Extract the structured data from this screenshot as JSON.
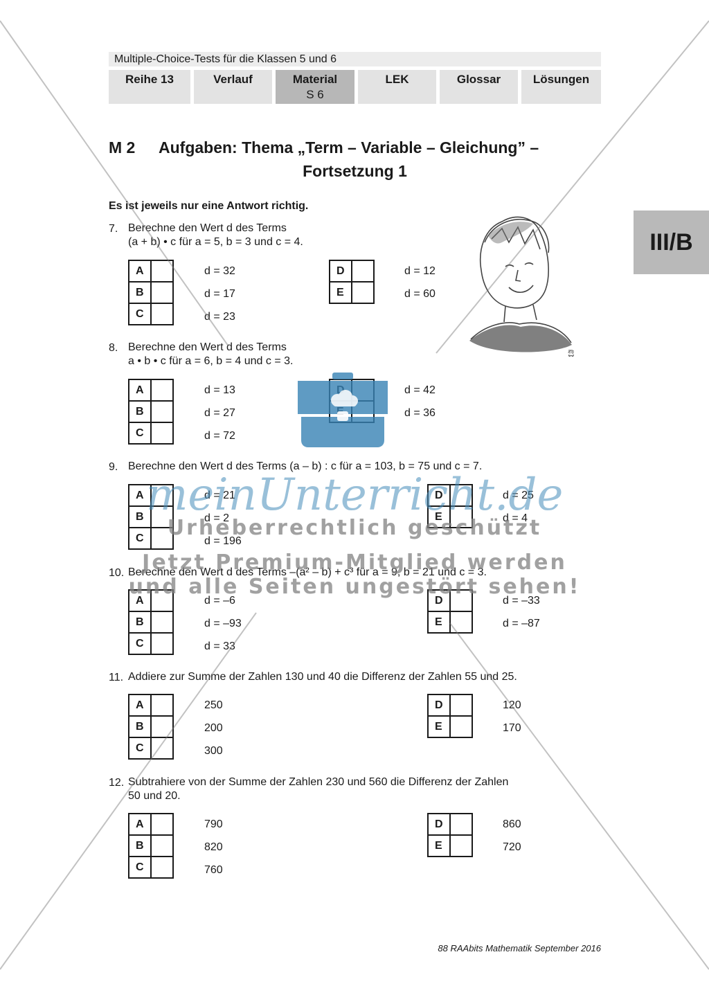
{
  "header": {
    "topline": "Multiple-Choice-Tests für die Klassen 5 und 6",
    "tabs": [
      {
        "label": "Reihe 13",
        "sub": ""
      },
      {
        "label": "Verlauf",
        "sub": ""
      },
      {
        "label": "Material",
        "sub": "S 6"
      },
      {
        "label": "LEK",
        "sub": ""
      },
      {
        "label": "Glossar",
        "sub": ""
      },
      {
        "label": "Lösungen",
        "sub": ""
      }
    ],
    "side_tab": "III/B"
  },
  "title": {
    "code": "M 2",
    "line1": "Aufgaben: Thema „Term – Variable – Gleichung” –",
    "line2": "Fortsetzung 1"
  },
  "instruction": "Es ist jeweils nur eine Antwort richtig.",
  "questions": [
    {
      "num": "7.",
      "lines": [
        "Berechne den Wert d des Terms",
        "(a + b) • c für a = 5, b = 3 und c = 4."
      ],
      "options": [
        {
          "letter": "A",
          "value": "d = 32"
        },
        {
          "letter": "B",
          "value": "d = 17"
        },
        {
          "letter": "C",
          "value": "d = 23"
        },
        {
          "letter": "D",
          "value": "d = 12"
        },
        {
          "letter": "E",
          "value": "d = 60"
        }
      ]
    },
    {
      "num": "8.",
      "lines": [
        "Berechne den Wert d des Terms",
        "a • b • c für a = 6, b = 4 und c = 3."
      ],
      "options": [
        {
          "letter": "A",
          "value": "d = 13"
        },
        {
          "letter": "B",
          "value": "d = 27"
        },
        {
          "letter": "C",
          "value": "d = 72"
        },
        {
          "letter": "D",
          "value": "d = 42"
        },
        {
          "letter": "E",
          "value": "d = 36"
        }
      ]
    },
    {
      "num": "9.",
      "lines": [
        "Berechne den Wert d des Terms (a – b) : c für a = 103, b = 75 und c = 7."
      ],
      "options": [
        {
          "letter": "A",
          "value": "d = 21"
        },
        {
          "letter": "B",
          "value": "d = 2"
        },
        {
          "letter": "C",
          "value": "d = 196"
        },
        {
          "letter": "D",
          "value": "d = 25"
        },
        {
          "letter": "E",
          "value": "d = 4"
        }
      ]
    },
    {
      "num": "10.",
      "lines": [
        "Berechne den Wert d des Terms –(a² – b) + c³ für a = 9, b = 21 und c = 3."
      ],
      "options": [
        {
          "letter": "A",
          "value": "d = –6"
        },
        {
          "letter": "B",
          "value": "d = –93"
        },
        {
          "letter": "C",
          "value": "d = 33"
        },
        {
          "letter": "D",
          "value": "d = –33"
        },
        {
          "letter": "E",
          "value": "d = –87"
        }
      ]
    },
    {
      "num": "11.",
      "lines": [
        "Addiere zur Summe der Zahlen 130 und 40 die Differenz der Zahlen 55 und 25."
      ],
      "options": [
        {
          "letter": "A",
          "value": "250"
        },
        {
          "letter": "B",
          "value": "200"
        },
        {
          "letter": "C",
          "value": "300"
        },
        {
          "letter": "D",
          "value": "120"
        },
        {
          "letter": "E",
          "value": "170"
        }
      ]
    },
    {
      "num": "12.",
      "lines": [
        "Subtrahiere von der Summe der Zahlen 230 und 560 die Differenz der Zahlen",
        "50 und 20."
      ],
      "options": [
        {
          "letter": "A",
          "value": "790"
        },
        {
          "letter": "B",
          "value": "820"
        },
        {
          "letter": "C",
          "value": "760"
        },
        {
          "letter": "D",
          "value": "860"
        },
        {
          "letter": "E",
          "value": "720"
        }
      ]
    }
  ],
  "watermark": {
    "brand": "meinUnterricht.de",
    "line1": "Urheberrechtlich geschützt",
    "line2": "Jetzt Premium-Mitglied werden",
    "line3": "und alle Seiten ungestört sehen!"
  },
  "footer": "88 RAAbits Mathematik September 2016"
}
